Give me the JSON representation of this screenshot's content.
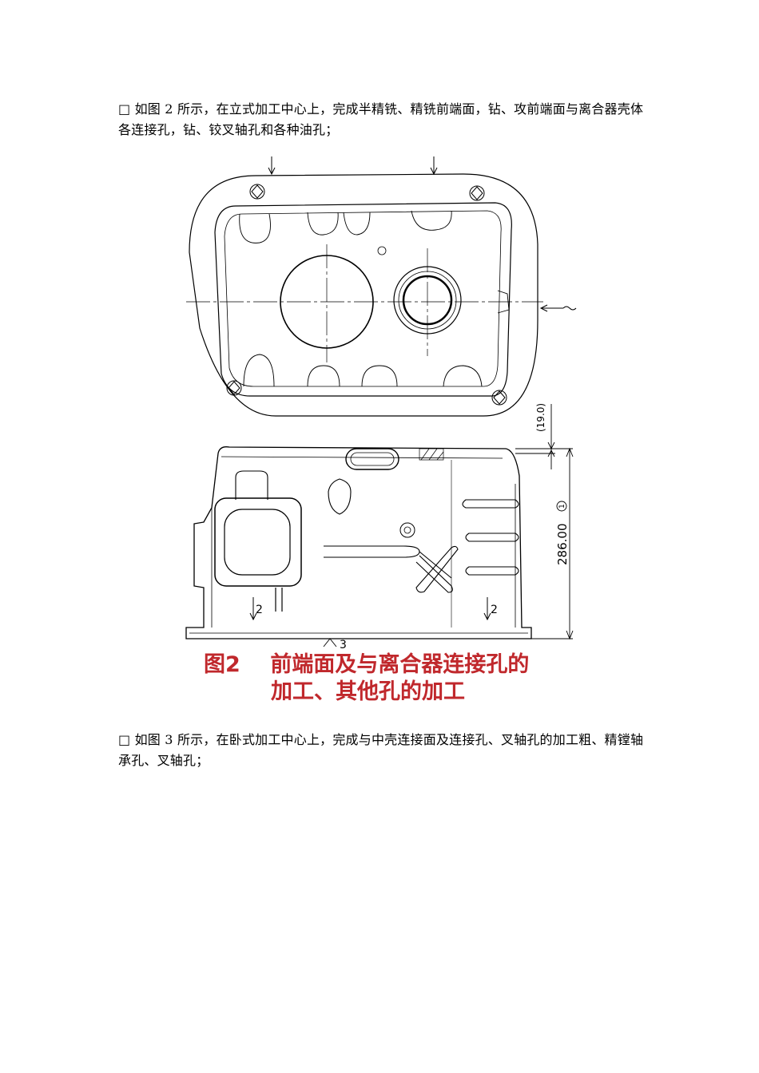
{
  "paragraphs": {
    "p1": "□  如图 2 所示，在立式加工中心上，完成半精铣、精铣前端面，钻、攻前端面与离合器壳体各连接孔，钻、铰叉轴孔和各种油孔；",
    "p2": "□  如图 3 所示，在卧式加工中心上，完成与中壳连接面及连接孔、叉轴孔的加工粗、精镗轴承孔、叉轴孔；"
  },
  "figure": {
    "dim_top": "(19.0)",
    "dim_height": "286.00",
    "dim_circle": "1",
    "datum_left": "2",
    "datum_right": "2",
    "datum_bottom": "3",
    "caption_line1": "图2    前端面及与离合器连接孔的",
    "caption_line2": "加工、其他孔的加工"
  }
}
